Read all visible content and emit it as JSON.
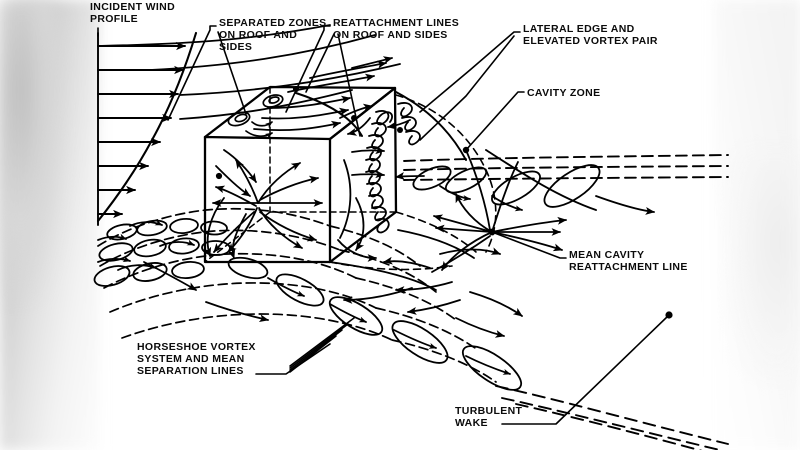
{
  "figure": {
    "title": "Flow patterns around a surface-mounted rectangular building (bluff body) in a turbulent boundary layer",
    "type": "technical-line-diagram",
    "ink_color": "#000000",
    "background_color": "#ffffff"
  },
  "labels": {
    "incident_wind": {
      "line1": "INCIDENT WIND",
      "line2": "PROFILE"
    },
    "separated_zones": {
      "line1": "SEPARATED ZONES",
      "line2": "ON ROOF AND",
      "line3": "SIDES"
    },
    "reattachment_lines": {
      "line1": "REATTACHMENT LINES",
      "line2": "ON ROOF AND SIDES"
    },
    "lateral_edge_vortex": {
      "line1": "LATERAL EDGE AND",
      "line2": "ELEVATED VORTEX PAIR"
    },
    "cavity_zone": {
      "line1": "CAVITY ZONE"
    },
    "mean_cavity_reattachment": {
      "line1": "MEAN CAVITY",
      "line2": "REATTACHMENT LINE"
    },
    "horseshoe_vortex": {
      "line1": "HORSESHOE VORTEX",
      "line2": "SYSTEM AND MEAN",
      "line3": "SEPARATION LINES"
    },
    "turbulent_wake": {
      "line1": "TURBULENT",
      "line2": "WAKE"
    }
  },
  "features": [
    "incident-wind-profile",
    "building-block",
    "roof-separation-bubble",
    "roof-reattachment-line",
    "lateral-edge-vortex-pair",
    "cavity-zone",
    "mean-cavity-reattachment-line",
    "horseshoe-vortex-system",
    "mean-separation-lines",
    "turbulent-wake"
  ]
}
